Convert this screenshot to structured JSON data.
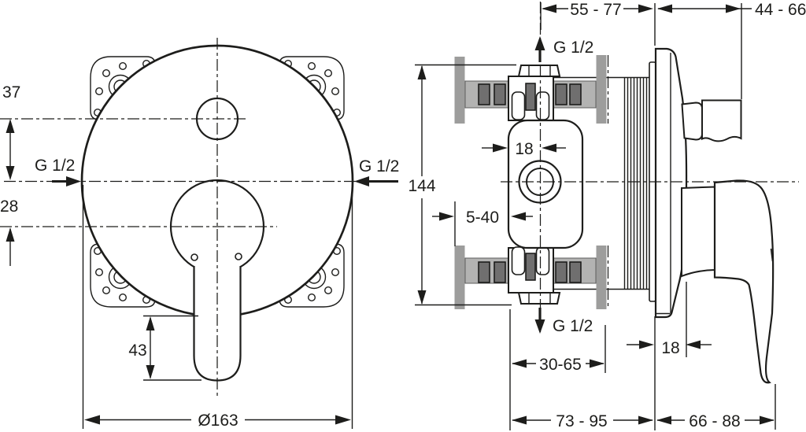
{
  "front_view": {
    "dim_offset_top": "37",
    "dim_offset_bottom": "28",
    "g_half_left": "G 1/2",
    "g_half_right": "G 1/2",
    "dim_lever": "43",
    "dim_diameter": "Ø163"
  },
  "side_view": {
    "dim_center_to_wall": "55 - 77",
    "dim_wall_to_front": "44 - 66",
    "g_half_top": "G 1/2",
    "g_half_bottom": "G 1/2",
    "dim_height": "144",
    "dim_body_edge": "18",
    "dim_plaster_depth": "5-40",
    "dim_embed_range": "30-65",
    "dim_trim_depth": "18",
    "dim_total_left": "73 - 95",
    "dim_total_right": "66 - 88"
  },
  "colors": {
    "line": "#1d1d1b",
    "gray_bar": "#9d9d9c",
    "gray_strip": "#b3b3b2",
    "gray_slot": "#706f6f",
    "background": "#ffffff"
  }
}
